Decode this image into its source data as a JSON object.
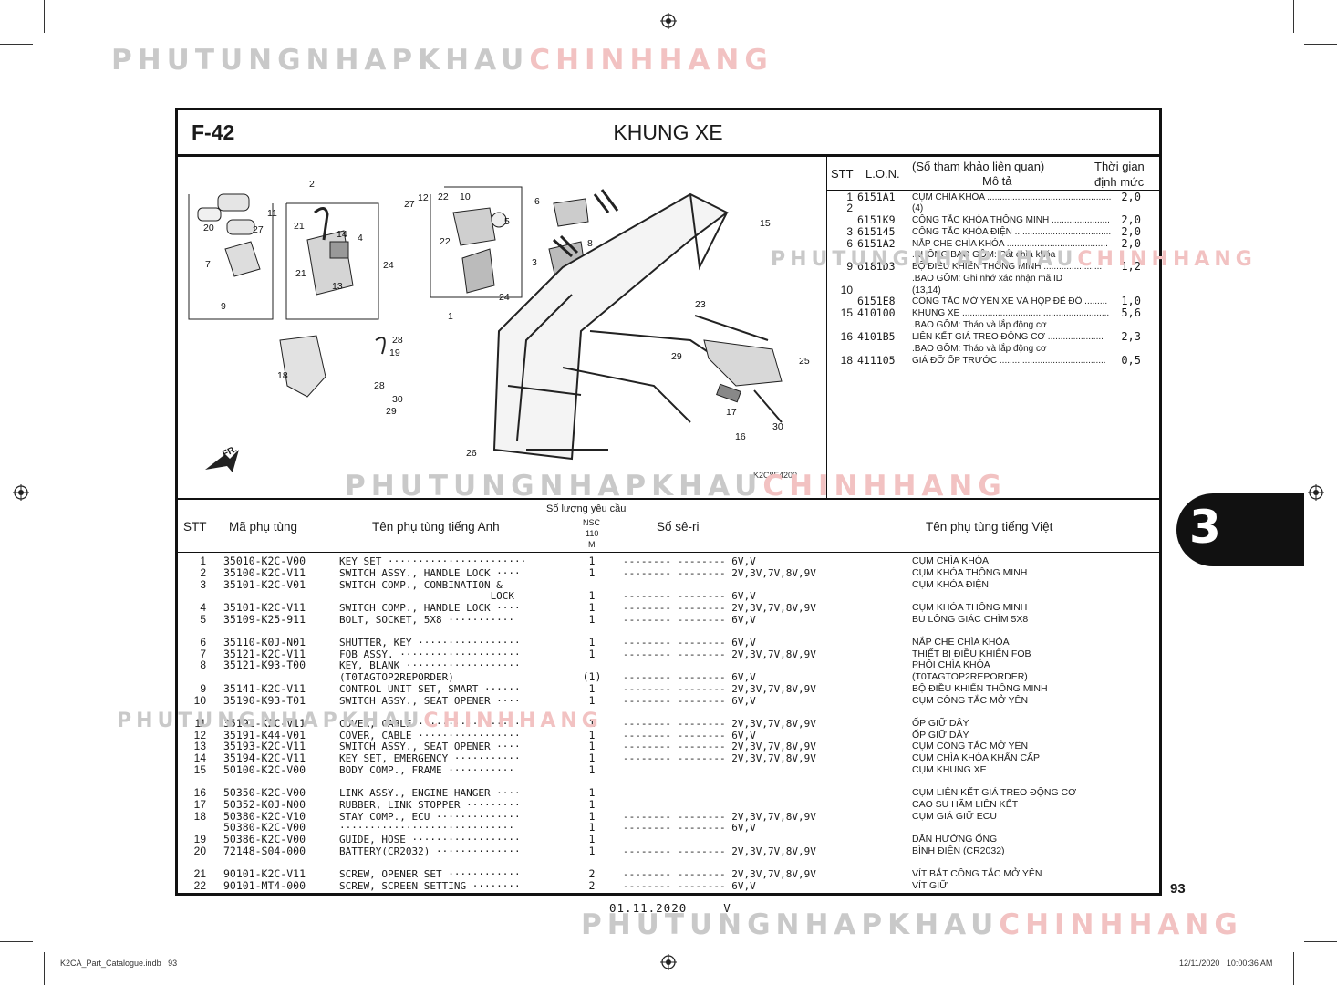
{
  "watermark": {
    "part1": "PHUTUNGNHAPKHAU",
    "part2": "CHINHHANG"
  },
  "figure": {
    "code": "F-42",
    "title": "KHUNG XE",
    "drawing_ref": "K2C8F4200",
    "front_label": "FR."
  },
  "callouts": [
    "2",
    "11",
    "27",
    "12",
    "22",
    "10",
    "6",
    "20",
    "27",
    "21",
    "14",
    "4",
    "21",
    "24",
    "7",
    "13",
    "9",
    "5",
    "22",
    "15",
    "3",
    "8",
    "1",
    "24",
    "23",
    "28",
    "19",
    "18",
    "28",
    "30",
    "29",
    "29",
    "25",
    "17",
    "16",
    "30",
    "26"
  ],
  "right_table": {
    "headers": {
      "stt": "STT",
      "lon": "L.O.N.",
      "ref": "(Số tham khảo liên quan)",
      "desc": "Mô tả",
      "time1": "Thời gian",
      "time2": "định mức"
    },
    "rows": [
      {
        "stt": "1",
        "lon": "6151A1",
        "desc": "CỤM CHÌA KHÓA .................................................",
        "time": "2,0"
      },
      {
        "stt": "2",
        "lon": "",
        "desc": "(4)",
        "time": ""
      },
      {
        "stt": "",
        "lon": "6151K9",
        "desc": "CÔNG TẮC KHÓA THÔNG MINH .......................",
        "time": "2,0"
      },
      {
        "stt": "3",
        "lon": "615145",
        "desc": "CÔNG TẮC KHÓA ĐIỆN ......................................",
        "time": "2,0"
      },
      {
        "stt": "6",
        "lon": "6151A2",
        "desc": "NẮP CHE CHÌA KHÓA ........................................",
        "time": "2,0"
      },
      {
        "stt": "",
        "lon": "",
        "desc": ".KHÔNG BAO GỒM: Cắt chìa khóa",
        "time": ""
      },
      {
        "stt": "9",
        "lon": "6181D3",
        "desc": "BỘ ĐIỀU KHIỂN THÔNG MINH .......................",
        "time": "1,2"
      },
      {
        "stt": "",
        "lon": "",
        "desc": ".BAO GỒM: Ghi nhớ xác nhận mã ID",
        "time": ""
      },
      {
        "stt": "10",
        "lon": "",
        "desc": "(13,14)",
        "time": ""
      },
      {
        "stt": "",
        "lon": "6151E8",
        "desc": "CÔNG TẮC MỞ YÊN XE VÀ HỘP ĐỂ ĐỒ .........",
        "time": "1,0"
      },
      {
        "stt": "15",
        "lon": "410100",
        "desc": "KHUNG XE ..........................................................",
        "time": "5,6"
      },
      {
        "stt": "",
        "lon": "",
        "desc": ".BAO GỒM: Tháo và lắp động cơ",
        "time": ""
      },
      {
        "stt": "16",
        "lon": "4101B5",
        "desc": "LIÊN KẾT GIÁ TREO ĐỘNG CƠ ......................",
        "time": "2,3"
      },
      {
        "stt": "",
        "lon": "",
        "desc": ".BAO GỒM: Tháo và lắp động cơ",
        "time": ""
      },
      {
        "stt": "18",
        "lon": "411105",
        "desc": "GIÁ ĐỠ ỐP TRƯỚC ..........................................",
        "time": "0,5"
      }
    ]
  },
  "parts_table": {
    "headers": {
      "stt": "STT",
      "code": "Mã phụ tùng",
      "en": "Tên phụ tùng tiếng Anh",
      "qty_title": "Số lượng yêu cầu",
      "qty_sub1": "NSC",
      "qty_sub2": "110",
      "qty_sub3": "M",
      "serial": "Số sê-ri",
      "vn": "Tên phụ tùng tiếng Việt"
    },
    "rows": [
      {
        "stt": "1",
        "code": "35010-K2C-V00",
        "en": "KEY SET ·······················",
        "qty": "1",
        "serial": "-------- -------- 6V,V",
        "vn": "CỤM CHÌA KHÓA"
      },
      {
        "stt": "2",
        "code": "35100-K2C-V11",
        "en": "SWITCH ASSY., HANDLE LOCK ····",
        "qty": "1",
        "serial": "-------- -------- 2V,3V,7V,8V,9V",
        "vn": "CỤM KHÓA THÔNG MINH"
      },
      {
        "stt": "3",
        "code": "35101-K2C-V01",
        "en": "SWITCH COMP., COMBINATION &",
        "qty": "",
        "serial": "",
        "vn": "CỤM KHÓA ĐIỆN"
      },
      {
        "stt": "",
        "code": "",
        "en": "                         LOCK",
        "qty": "1",
        "serial": "-------- -------- 6V,V",
        "vn": ""
      },
      {
        "stt": "4",
        "code": "35101-K2C-V11",
        "en": "SWITCH COMP., HANDLE LOCK ····",
        "qty": "1",
        "serial": "-------- -------- 2V,3V,7V,8V,9V",
        "vn": "CỤM KHÓA THÔNG MINH"
      },
      {
        "stt": "5",
        "code": "35109-K25-911",
        "en": "BOLT, SOCKET, 5X8 ···········",
        "qty": "1",
        "serial": "-------- -------- 6V,V",
        "vn": "BU LÔNG GIÁC CHÌM 5X8"
      },
      {
        "stt": "6",
        "code": "35110-K0J-N01",
        "en": "SHUTTER, KEY ·················",
        "qty": "1",
        "serial": "-------- -------- 6V,V",
        "vn": "NẮP CHE CHÌA KHÓA"
      },
      {
        "stt": "7",
        "code": "35121-K2C-V11",
        "en": "FOB ASSY. ····················",
        "qty": "1",
        "serial": "-------- -------- 2V,3V,7V,8V,9V",
        "vn": "THIẾT BỊ ĐIỀU KHIỂN FOB"
      },
      {
        "stt": "8",
        "code": "35121-K93-T00",
        "en": "KEY, BLANK ···················",
        "qty": "",
        "serial": "",
        "vn": "PHÔI CHÌA KHÓA"
      },
      {
        "stt": "",
        "code": "",
        "en": "(T0TAGTOP2REPORDER)",
        "qty": "(1)",
        "serial": "-------- -------- 6V,V",
        "vn": "(T0TAGTOP2REPORDER)"
      },
      {
        "stt": "9",
        "code": "35141-K2C-V11",
        "en": "CONTROL UNIT SET, SMART ······",
        "qty": "1",
        "serial": "-------- -------- 2V,3V,7V,8V,9V",
        "vn": "BỘ ĐIỀU KHIỂN THÔNG MINH"
      },
      {
        "stt": "10",
        "code": "35190-K93-T01",
        "en": "SWITCH ASSY., SEAT OPENER ····",
        "qty": "1",
        "serial": "-------- -------- 6V,V",
        "vn": "CỤM CÔNG TẮC MỞ YÊN"
      },
      {
        "stt": "11",
        "code": "35191-K2C-V11",
        "en": "COVER, CABLE ·················",
        "qty": "1",
        "serial": "-------- -------- 2V,3V,7V,8V,9V",
        "vn": "ỐP GIỮ DÂY"
      },
      {
        "stt": "12",
        "code": "35191-K44-V01",
        "en": "COVER, CABLE ·················",
        "qty": "1",
        "serial": "-------- -------- 6V,V",
        "vn": "ỐP GIỮ DÂY"
      },
      {
        "stt": "13",
        "code": "35193-K2C-V11",
        "en": "SWITCH ASSY., SEAT OPENER ····",
        "qty": "1",
        "serial": "-------- -------- 2V,3V,7V,8V,9V",
        "vn": "CỤM CÔNG TẮC MỞ YÊN"
      },
      {
        "stt": "14",
        "code": "35194-K2C-V11",
        "en": "KEY SET, EMERGENCY ···········",
        "qty": "1",
        "serial": "-------- -------- 2V,3V,7V,8V,9V",
        "vn": "CỤM CHÌA KHÓA KHẨN CẤP"
      },
      {
        "stt": "15",
        "code": "50100-K2C-V00",
        "en": "BODY COMP., FRAME ···········",
        "qty": "1",
        "serial": "",
        "vn": "CỤM KHUNG XE"
      },
      {
        "stt": "16",
        "code": "50350-K2C-V00",
        "en": "LINK ASSY., ENGINE HANGER ····",
        "qty": "1",
        "serial": "",
        "vn": "CỤM LIÊN KẾT GIÁ TREO ĐỘNG CƠ"
      },
      {
        "stt": "17",
        "code": "50352-K0J-N00",
        "en": "RUBBER, LINK STOPPER ·········",
        "qty": "1",
        "serial": "",
        "vn": "CAO SU HÃM LIÊN KẾT"
      },
      {
        "stt": "18",
        "code": "50380-K2C-V10",
        "en": "STAY COMP., ECU ··············",
        "qty": "1",
        "serial": "-------- -------- 2V,3V,7V,8V,9V",
        "vn": "CỤM GIÁ GIỮ ECU"
      },
      {
        "stt": "",
        "code": "50380-K2C-V00",
        "en": "·····························",
        "qty": "1",
        "serial": "-------- -------- 6V,V",
        "vn": ""
      },
      {
        "stt": "19",
        "code": "50386-K2C-V00",
        "en": "GUIDE, HOSE ··················",
        "qty": "1",
        "serial": "",
        "vn": "DẪN HƯỚNG ỐNG"
      },
      {
        "stt": "20",
        "code": "72148-S04-000",
        "en": "BATTERY(CR2032) ··············",
        "qty": "1",
        "serial": "-------- -------- 2V,3V,7V,8V,9V",
        "vn": "BÌNH ĐIỆN (CR2032)"
      },
      {
        "stt": "21",
        "code": "90101-K2C-V11",
        "en": "SCREW, OPENER SET ············",
        "qty": "2",
        "serial": "-------- -------- 2V,3V,7V,8V,9V",
        "vn": "VÍT BẮT CÔNG TẮC MỞ YÊN"
      },
      {
        "stt": "22",
        "code": "90101-MT4-000",
        "en": "SCREW, SCREEN SETTING ········",
        "qty": "2",
        "serial": "-------- -------- 6V,V",
        "vn": "VÍT GIỮ"
      }
    ]
  },
  "section_tab": "3",
  "page_number": "93",
  "footer": {
    "date": "01.11.2020",
    "mark": "V",
    "file": "K2CA_Part_Catalogue.indb   93",
    "timestamp": "12/11/2020   10:00:36 AM"
  }
}
